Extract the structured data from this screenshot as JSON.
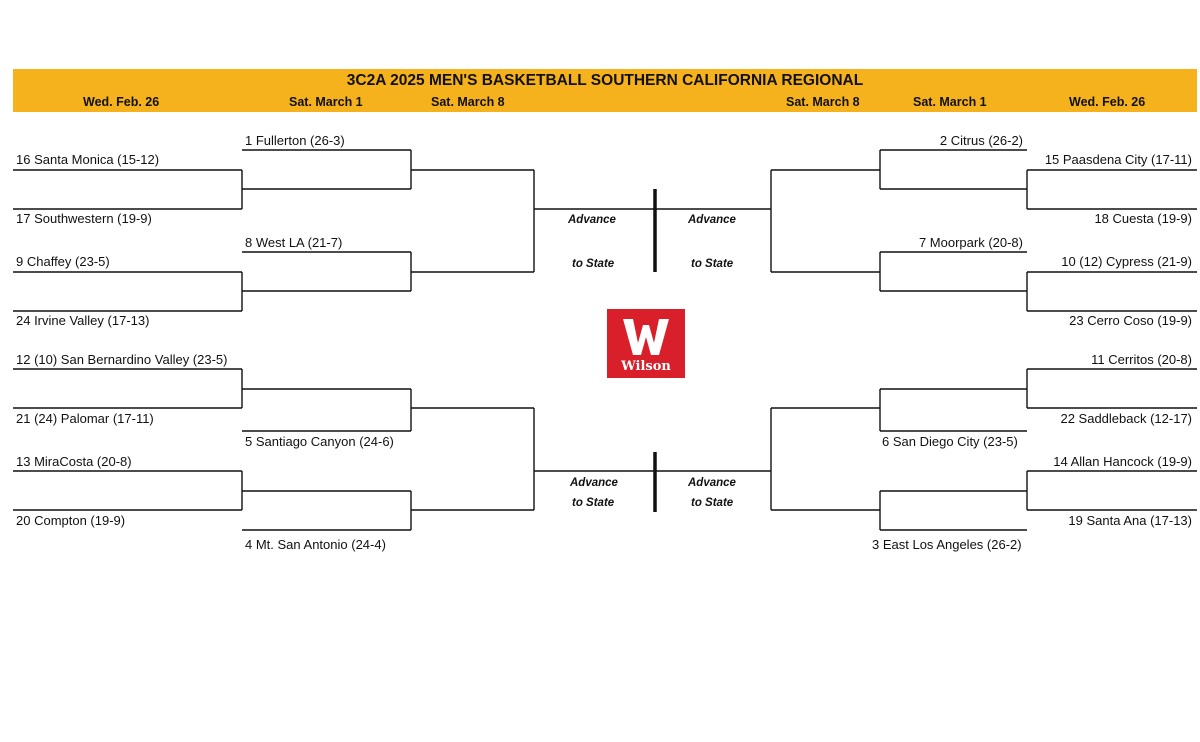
{
  "header": {
    "title": "3C2A 2025 MEN'S BASKETBALL SOUTHERN CALIFORNIA REGIONAL",
    "dates": [
      "Wed. Feb. 26",
      "Sat. March 1",
      "Sat. March 8",
      "Sat. March 8",
      "Sat. March 1",
      "Wed. Feb. 26"
    ]
  },
  "left": {
    "first_round": [
      "16 Santa Monica (15-12)",
      "17 Southwestern (19-9)",
      "9 Chaffey (23-5)",
      "24 Irvine Valley (17-13)",
      "12 (10) San Bernardino Valley (23-5)",
      "21 (24) Palomar (17-11)",
      "13 MiraCosta (20-8)",
      "20 Compton (19-9)"
    ],
    "second_round": [
      "1 Fullerton (26-3)",
      "8 West LA (21-7)",
      "5 Santiago Canyon (24-6)",
      "4 Mt. San Antonio (24-4)"
    ]
  },
  "right": {
    "first_round": [
      "15 Paasdena City (17-11)",
      "18 Cuesta (19-9)",
      "10 (12) Cypress (21-9)",
      "23 Cerro Coso (19-9)",
      "11 Cerritos (20-8)",
      "22 Saddleback (12-17)",
      "14 Allan Hancock (19-9)",
      "19 Santa Ana (17-13)"
    ],
    "second_round": [
      "2 Citrus (26-2)",
      "7 Moorpark (20-8)",
      "6 San Diego City (23-5)",
      "3 East Los Angeles (26-2)"
    ]
  },
  "advance": {
    "line1": "Advance",
    "line2": "to State"
  },
  "logo": {
    "text": "Wilson",
    "color": "#d81f2a"
  }
}
